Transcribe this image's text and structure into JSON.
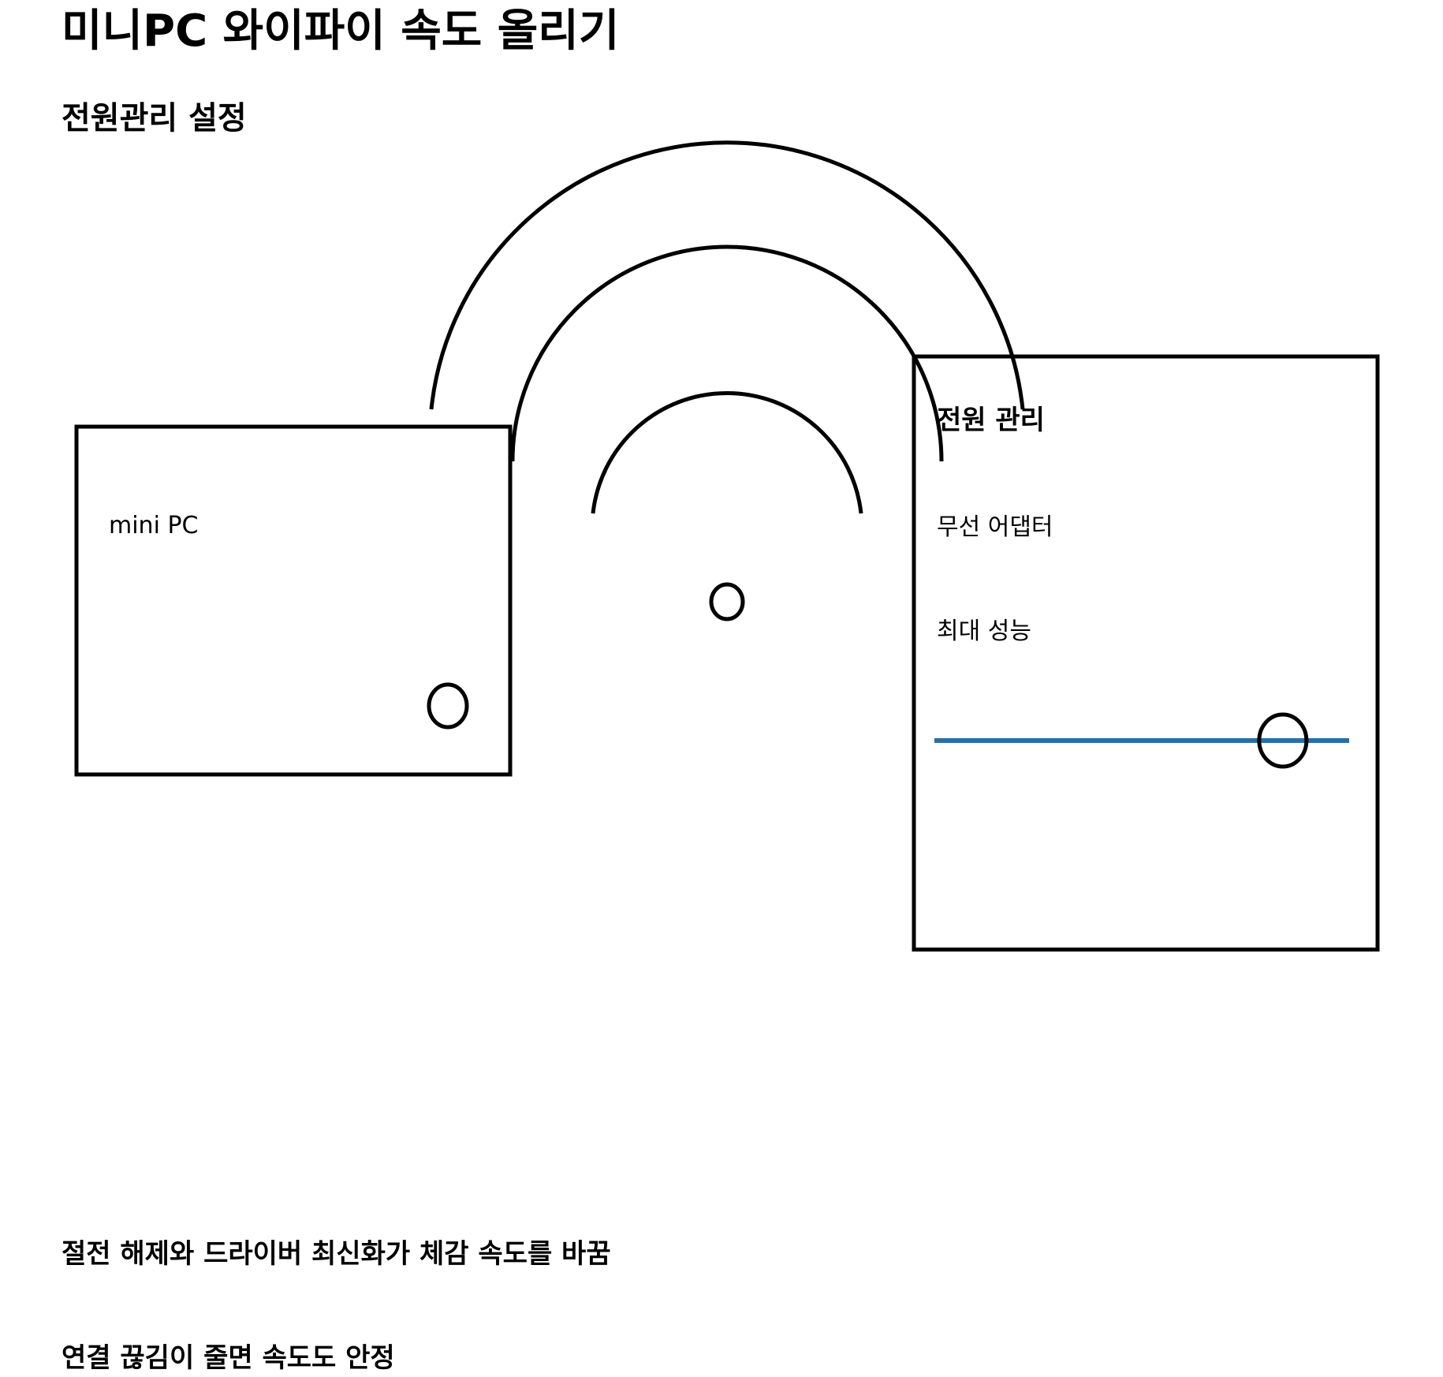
{
  "title": "미니PC 와이파이 속도 올리기",
  "subtitle": "전원관리 설정",
  "diagram": {
    "mini_pc_label": "mini PC",
    "panel": {
      "title": "전원 관리",
      "item_adapter": "무선 어댑터",
      "item_mode": "최대 성능",
      "slider_value_fraction": 0.84,
      "slider_color": "#2a6fa8"
    },
    "stroke_color": "#000000"
  },
  "notes": [
    "절전 해제와 드라이버 최신화가 체감 속도를 바꿈",
    "연결 끊김이 줄면 속도도 안정"
  ]
}
